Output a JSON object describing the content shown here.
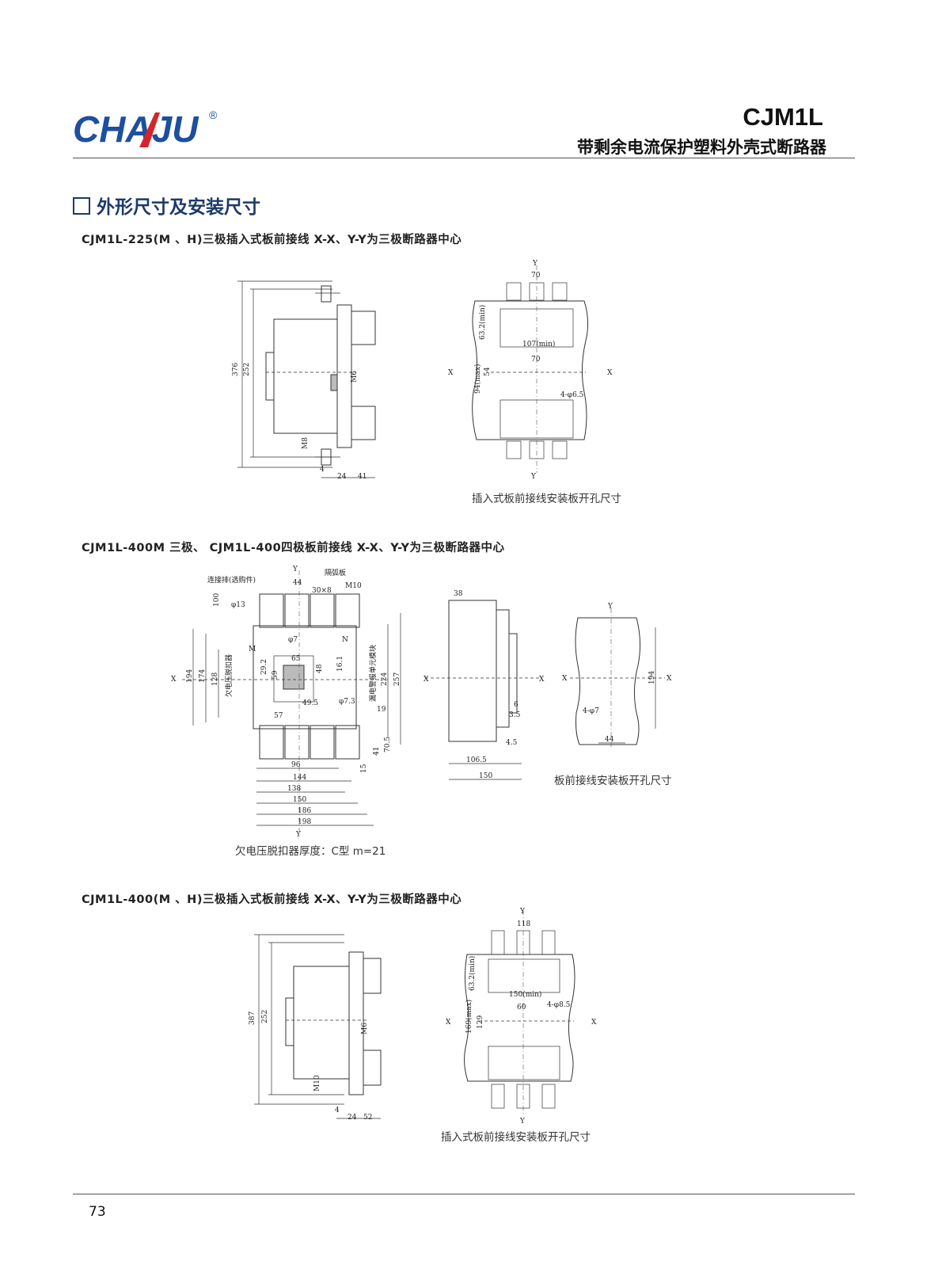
{
  "brand": {
    "logo_text": "CHAJU",
    "registered": "®"
  },
  "header": {
    "model": "CJM1L",
    "subtitle": "带剩余电流保护塑料外壳式断路器"
  },
  "section": {
    "title": "外形尺寸及安装尺寸"
  },
  "blocks": [
    {
      "caption": "CJM1L-225(M 、H)三极插入式板前接线 X-X、Y-Y为三极断路器中心",
      "side_dims": [
        "376",
        "252",
        "M6",
        "M8",
        "4",
        "24",
        "41"
      ],
      "plate_dims": [
        "Y",
        "70",
        "63.2(min)",
        "107(min)",
        "70",
        "X",
        "94(max)",
        "54",
        "4-φ6.5",
        "X",
        "Y"
      ],
      "plate_caption": "插入式板前接线安装板开孔尺寸"
    },
    {
      "caption": "CJM1L-400M 三极、 CJM1L-400四极板前接线 X-X、Y-Y为三极断路器中心",
      "front_labels": [
        "连接排(选购件)",
        "隔弧板",
        "欠电压脱扣器",
        "漏电警报单元模块"
      ],
      "front_dims": [
        "Y",
        "44",
        "30×8",
        "M10",
        "100",
        "φ13",
        "φ7",
        "M",
        "N",
        "65",
        "29.2",
        "59",
        "48",
        "16.1",
        "φ7.3",
        "49.5",
        "19",
        "57",
        "X",
        "194",
        "174",
        "128",
        "224",
        "257",
        "70.5",
        "41",
        "15",
        "96",
        "144",
        "138",
        "150",
        "186",
        "198",
        "Y"
      ],
      "side_dims": [
        "38",
        "X",
        "X",
        "6",
        "3.5",
        "4.5",
        "106.5",
        "150"
      ],
      "plate_dims": [
        "Y",
        "X",
        "X",
        "194",
        "4-φ7",
        "44"
      ],
      "plate_caption": "板前接线安装板开孔尺寸",
      "note": "欠电压脱扣器厚度：C型 m=21"
    },
    {
      "caption": "CJM1L-400(M 、H)三极插入式板前接线 X-X、Y-Y为三极断路器中心",
      "side_dims": [
        "387",
        "252",
        "M6",
        "M10",
        "4",
        "24",
        "52"
      ],
      "plate_dims": [
        "Y",
        "118",
        "63.2(min)",
        "150(min)",
        "4-φ8.5",
        "60",
        "X",
        "169(max)",
        "129",
        "X",
        "Y"
      ],
      "plate_caption": "插入式板前接线安装板开孔尺寸"
    }
  ],
  "footer": {
    "page_number": "73"
  }
}
